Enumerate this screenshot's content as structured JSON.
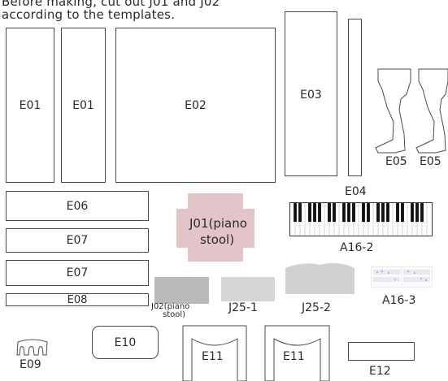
{
  "instruction": {
    "line1": "Before making, cut out J01 and J02",
    "line2": "according to the templates."
  },
  "parts": {
    "e01a": "E01",
    "e01b": "E01",
    "e02": "E02",
    "e03": "E03",
    "e04": "E04",
    "e05a": "E05",
    "e05b": "E05",
    "e06": "E06",
    "e07a": "E07",
    "e07b": "E07",
    "e08": "E08",
    "e09": "E09",
    "e10": "E10",
    "e11a": "E11",
    "e11b": "E11",
    "e12": "E12",
    "j01_line1": "J01(piano",
    "j01_line2": "stool)",
    "j02_line1": "J02(piano",
    "j02_line2": "stool)",
    "j25_1": "J25-1",
    "j25_2": "J25-2",
    "a16_2": "A16-2",
    "a16_3": "A16-3"
  },
  "colors": {
    "outline": "#4a4a4a",
    "j01_pink": "#e3c4c8",
    "j02_gray": "#b9b9bb",
    "j25_1_gray": "#d5d6d8",
    "j25_2_gray": "#d0d1d3"
  }
}
